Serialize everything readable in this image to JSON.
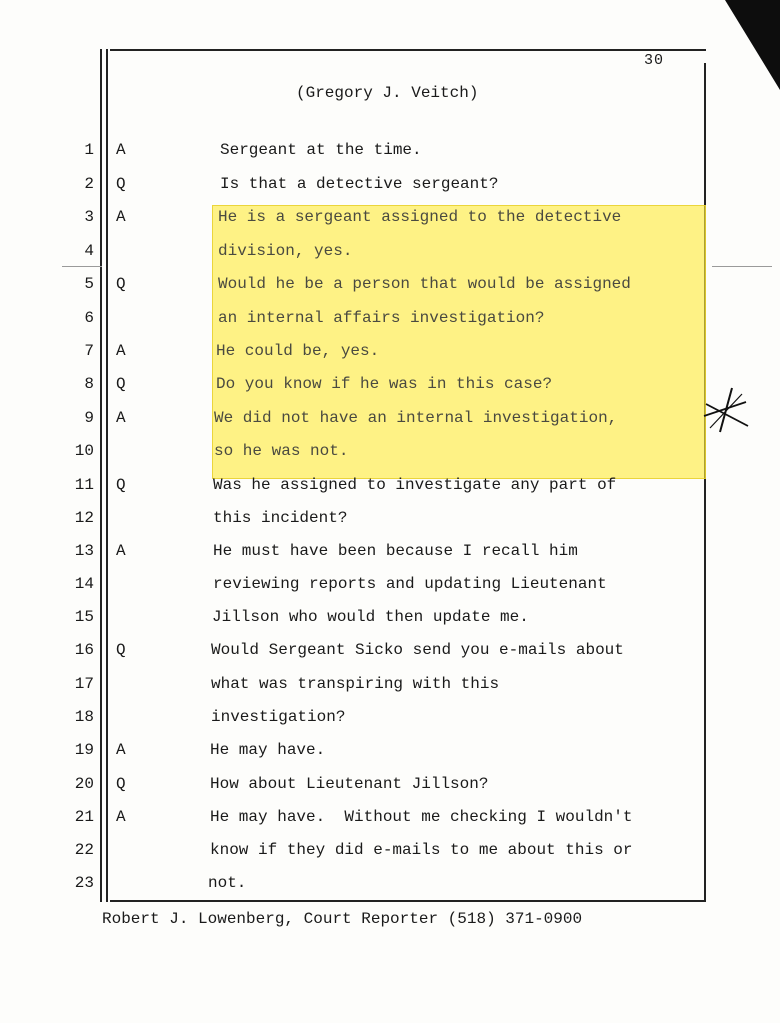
{
  "page": {
    "number": "30",
    "witness_header": "(Gregory J. Veitch)",
    "footer": "Robert J. Lowenberg, Court Reporter (518) 371-0900"
  },
  "lines": [
    {
      "num": "1",
      "qa": "A",
      "text": "Sergeant at the time."
    },
    {
      "num": "2",
      "qa": "Q",
      "text": "Is that a detective sergeant?"
    },
    {
      "num": "3",
      "qa": "A",
      "text": "He is a sergeant assigned to the detective"
    },
    {
      "num": "4",
      "qa": "",
      "text": "division, yes."
    },
    {
      "num": "5",
      "qa": "Q",
      "text": "Would he be a person that would be assigned"
    },
    {
      "num": "6",
      "qa": "",
      "text": "an internal affairs investigation?"
    },
    {
      "num": "7",
      "qa": "A",
      "text": "He could be, yes."
    },
    {
      "num": "8",
      "qa": "Q",
      "text": "Do you know if he was in this case?"
    },
    {
      "num": "9",
      "qa": "A",
      "text": "We did not have an internal investigation,"
    },
    {
      "num": "10",
      "qa": "",
      "text": "so he was not."
    },
    {
      "num": "11",
      "qa": "Q",
      "text": "Was he assigned to investigate any part of"
    },
    {
      "num": "12",
      "qa": "",
      "text": "this incident?"
    },
    {
      "num": "13",
      "qa": "A",
      "text": "He must have been because I recall him"
    },
    {
      "num": "14",
      "qa": "",
      "text": "reviewing reports and updating Lieutenant"
    },
    {
      "num": "15",
      "qa": "",
      "text": "Jillson who would then update me."
    },
    {
      "num": "16",
      "qa": "Q",
      "text": "Would Sergeant Sicko send you e-mails about"
    },
    {
      "num": "17",
      "qa": "",
      "text": "what was transpiring with this"
    },
    {
      "num": "18",
      "qa": "",
      "text": "investigation?"
    },
    {
      "num": "19",
      "qa": "A",
      "text": "He may have."
    },
    {
      "num": "20",
      "qa": "Q",
      "text": "How about Lieutenant Jillson?"
    },
    {
      "num": "21",
      "qa": "A",
      "text": "He may have.  Without me checking I wouldn't"
    },
    {
      "num": "22",
      "qa": "",
      "text": "know if they did e-mails to me about this or"
    },
    {
      "num": "23",
      "qa": "",
      "text": "not."
    }
  ],
  "annotations": {
    "highlight_color": "#ffec3c",
    "margin_mark": "star-mark-icon"
  }
}
